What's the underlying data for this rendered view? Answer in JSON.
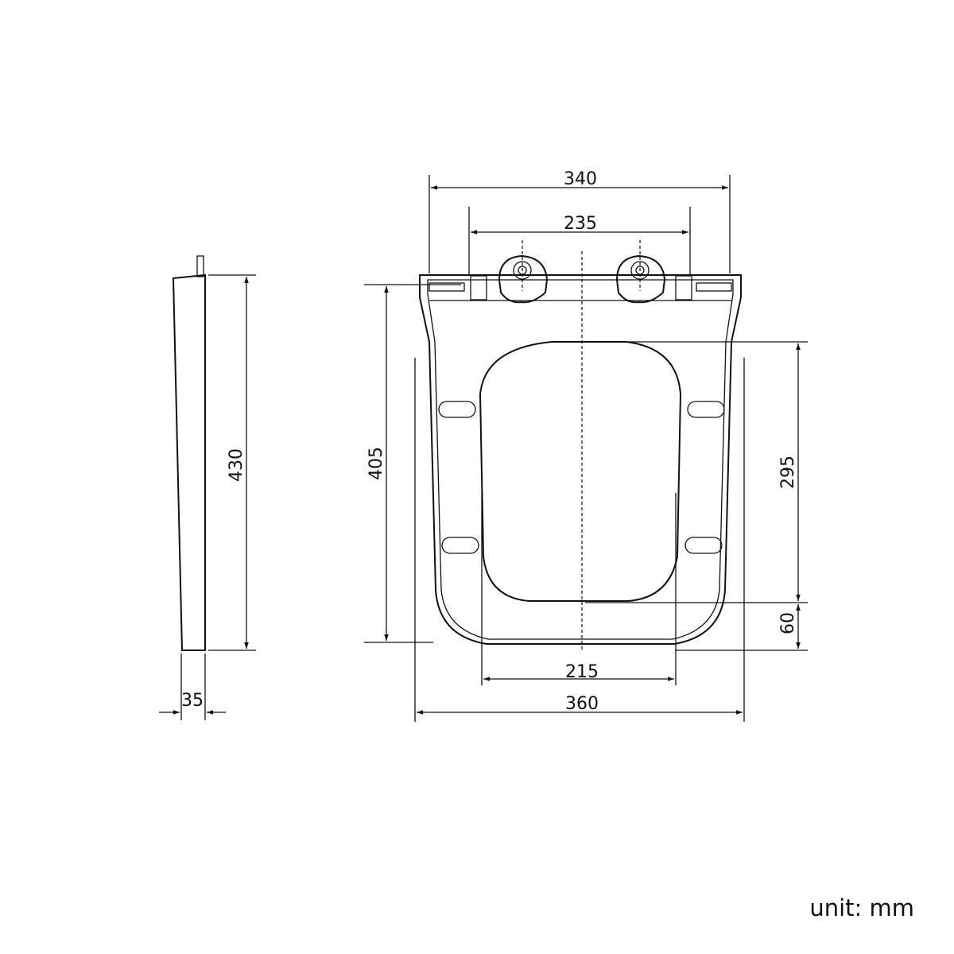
{
  "dimensions": {
    "overall_width_top": "340",
    "hinge_spacing": "235",
    "seat_length": "405",
    "hole_to_front": "295",
    "front_offset": "60",
    "inner_width": "215",
    "overall_width": "360",
    "side_height": "430",
    "thickness": "35"
  },
  "unit_label": "unit: mm"
}
